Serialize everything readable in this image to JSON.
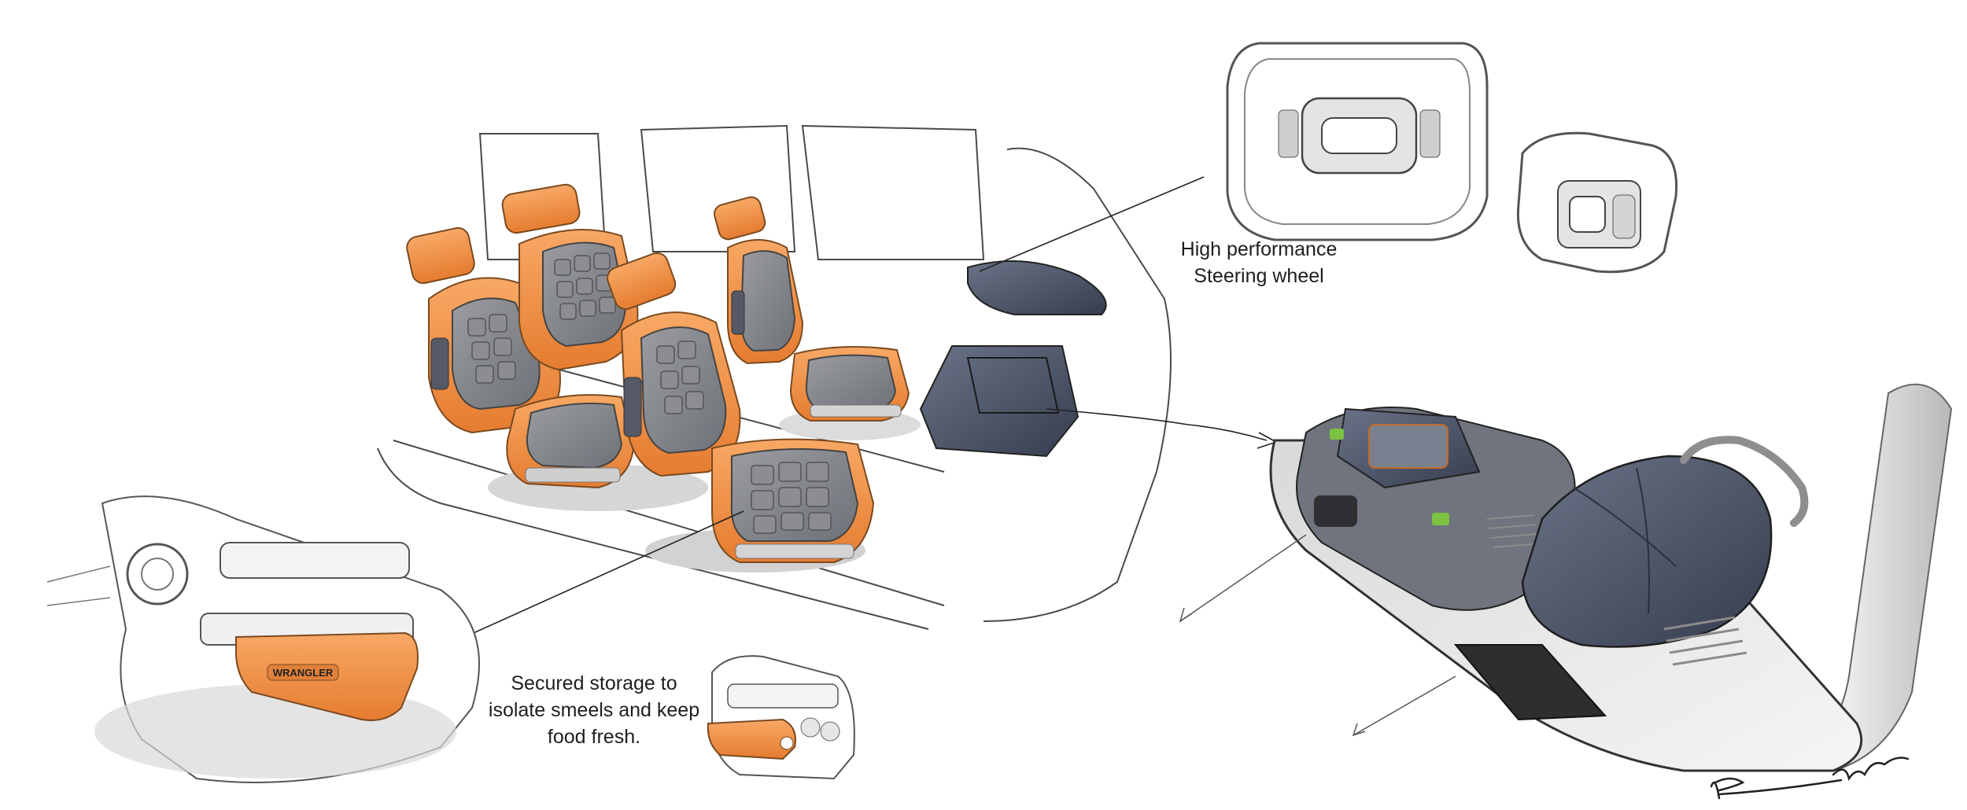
{
  "callouts": {
    "steering_wheel": {
      "line1": "High performance",
      "line2": "Steering wheel"
    },
    "storage": {
      "line1": "Secured storage to",
      "line2": "isolate smeels and keep",
      "line3": "food fresh."
    }
  },
  "storage_box_logo_text": "WRANGLER",
  "colors": {
    "seat_orange": "#f4944a",
    "seat_orange_dark": "#d9732c",
    "cushion_grey": "#8a8c92",
    "console_navy": "#4a5266",
    "accent_green": "#7cc242",
    "sketch_line": "#3a3a3a"
  }
}
